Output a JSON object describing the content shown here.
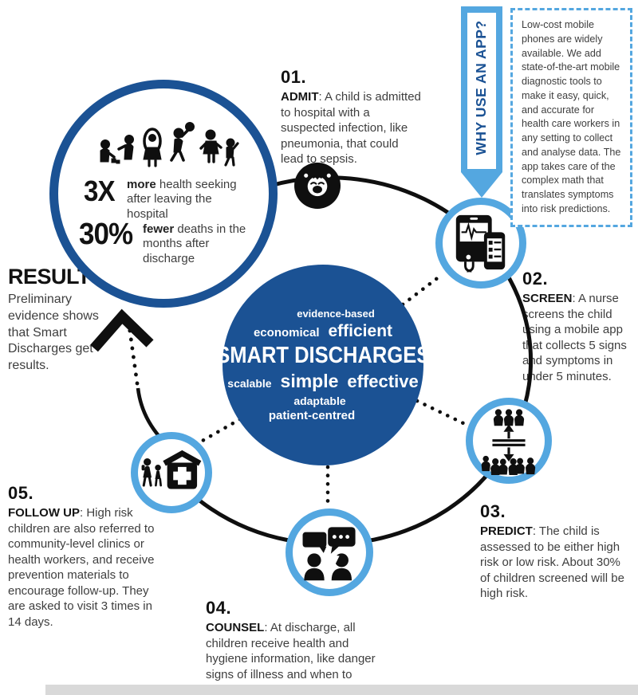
{
  "colors": {
    "dark_blue": "#1b5294",
    "light_blue": "#54a7e0",
    "icon_black": "#0f0f0f",
    "body_text": "#3e3e3e"
  },
  "center": {
    "words": {
      "evidence_based": "evidence-based",
      "economical": "economical",
      "efficient": "efficient",
      "title": "SMART DISCHARGES",
      "scalable": "scalable",
      "simple": "simple",
      "effective": "effective",
      "adaptable": "adaptable",
      "patient_centred": "patient-centred"
    }
  },
  "results": {
    "heading": "RESULTS.",
    "body": "Preliminary evidence shows that Smart Discharges get results.",
    "stats": [
      {
        "value": "3X",
        "bold": "more",
        "rest": " health seeking after leaving the hospital"
      },
      {
        "value": "30%",
        "bold": "fewer",
        "rest": " deaths in the months after discharge"
      }
    ]
  },
  "steps": [
    {
      "number": "01.",
      "keyword": "ADMIT",
      "text": ": A child is admitted to hospital with a suspected infection, like pneumonia, that could lead to sepsis.",
      "icon": "crying-baby-icon"
    },
    {
      "number": "02.",
      "keyword": "SCREEN",
      "text": ": A nurse screens the child using a mobile app that collects 5 signs and symptoms in under 5 minutes.",
      "icon": "mobile-devices-icon"
    },
    {
      "number": "03.",
      "keyword": "PREDICT",
      "text": ": The child is assessed to be either high risk or low risk. About 30% of children screened will be high risk.",
      "icon": "risk-triage-icon"
    },
    {
      "number": "04.",
      "keyword": "COUNSEL",
      "text": ": At discharge, all children receive health and hygiene information, like danger signs of illness and when to seek care.",
      "icon": "counsel-conversation-icon"
    },
    {
      "number": "05.",
      "keyword": "FOLLOW UP",
      "text": ": High risk children are also referred to community-level clinics or health workers, and receive prevention materials to encourage follow-up. They are asked to visit 3 times in 14 days.",
      "icon": "clinic-visit-icon"
    }
  ],
  "app_callout": {
    "banner": "WHY USE AN APP?",
    "body": "Low-cost mobile phones are widely available. We add state-of-the-art mobile diagnostic tools to make it easy, quick, and accurate for health care workers in any setting to collect and analyse data. The app takes care of the complex math that translates symptoms into risk predictions."
  }
}
